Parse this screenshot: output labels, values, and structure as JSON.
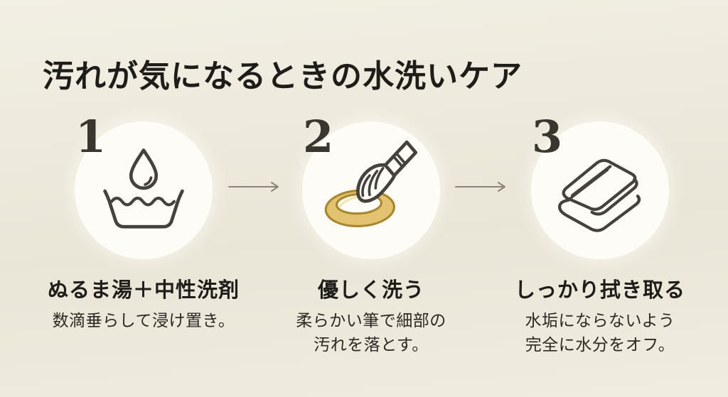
{
  "header": {
    "title": "汚れが気になるときの水洗いケア"
  },
  "steps": [
    {
      "number": "1",
      "icon": "water-drop-basin-icon",
      "title": "ぬるま湯＋中性洗剤",
      "desc_lines": [
        "数滴垂らして浸け置き。"
      ]
    },
    {
      "number": "2",
      "icon": "brush-ring-icon",
      "title": "優しく洗う",
      "desc_lines": [
        "柔らかい筆で細部の",
        "汚れを落とす。"
      ]
    },
    {
      "number": "3",
      "icon": "folded-towel-icon",
      "title": "しっかり拭き取る",
      "desc_lines": [
        "水垢にならないよう",
        "完全に水分をオフ。"
      ]
    }
  ],
  "colors": {
    "background_top": "#f2efe4",
    "background_mid": "#e9e5d7",
    "circle_fill": "#fdfcf6",
    "icon_stroke": "#45423b",
    "number_color": "#38362f",
    "title_color": "#1f1d19",
    "desc_color": "#2b2923",
    "arrow_color": "#8b8577",
    "ring_gold_fill": "#e3c272",
    "ring_gold_stroke": "#a8872f",
    "ring_gold_highlight": "#f3e6b4"
  }
}
